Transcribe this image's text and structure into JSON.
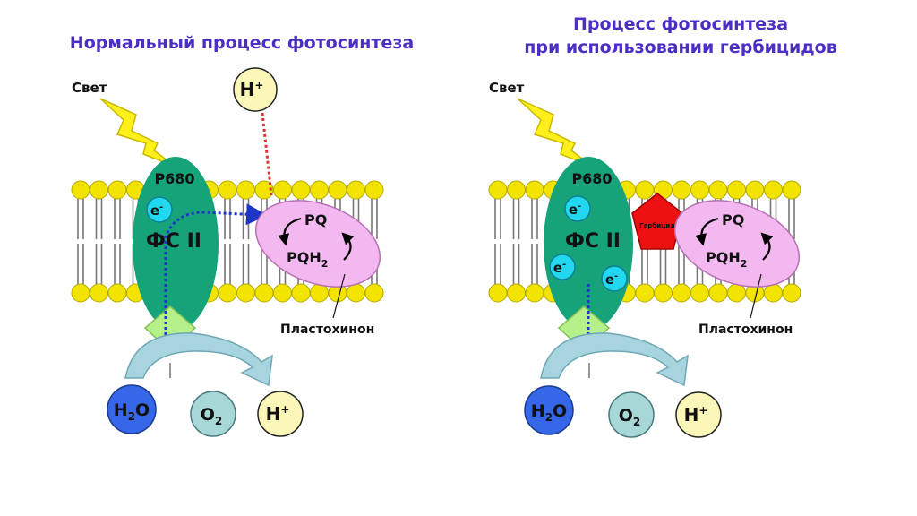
{
  "panels": {
    "left": {
      "title": "Нормальный процесс фотосинтеза",
      "light_label": "Свет",
      "p680_label": "P680",
      "ps_label": "ФС II",
      "electron_label": "e",
      "electron_charge": "-",
      "pq_label": "PQ",
      "pqh2_label": "PQH",
      "pqh2_sub": "2",
      "plastoquinone_label": "Пластохинон",
      "proton_label": "H",
      "proton_charge": "+",
      "water_label": "H",
      "water_sub": "2",
      "water_o": "O",
      "oxygen_label": "O",
      "oxygen_sub": "2",
      "hplus_label": "H",
      "hplus_charge": "+"
    },
    "right": {
      "title_line1": "Процесс фотосинтеза",
      "title_line2": "при использовании гербицидов",
      "light_label": "Свет",
      "p680_label": "P680",
      "ps_label": "ФС II",
      "electron_label": "e",
      "electron_charge": "-",
      "herbicide_label": "Гербицид",
      "pq_label": "PQ",
      "pqh2_label": "PQH",
      "pqh2_sub": "2",
      "plastoquinone_label": "Пластохинон",
      "water_label": "H",
      "water_sub": "2",
      "water_o": "O",
      "oxygen_label": "O",
      "oxygen_sub": "2",
      "hplus_label": "H",
      "hplus_charge": "+"
    }
  },
  "colors": {
    "title": "#4b2fc4",
    "lipid_head": "#f2e400",
    "photosystem": "#16a37a",
    "plastoquinone": "#f4b8f0",
    "electron": "#22d8f0",
    "herbicide": "#ee1111",
    "water": "#3567e8",
    "oxygen": "#a8d7d8",
    "proton": "#fbf7b8",
    "lightning": "#ffef1a",
    "arrow": "#a7d4de",
    "diamond": "#b6f08a"
  }
}
